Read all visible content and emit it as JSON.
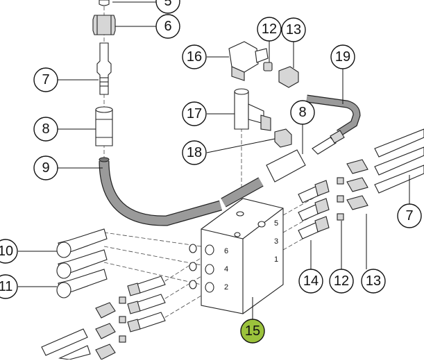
{
  "highlight_color": "#9bc23c",
  "callouts": [
    {
      "id": "c5",
      "label": "5"
    },
    {
      "id": "c6",
      "label": "6"
    },
    {
      "id": "c7a",
      "label": "7"
    },
    {
      "id": "c8a",
      "label": "8"
    },
    {
      "id": "c9",
      "label": "9"
    },
    {
      "id": "c16",
      "label": "16"
    },
    {
      "id": "c12a",
      "label": "12"
    },
    {
      "id": "c13a",
      "label": "13"
    },
    {
      "id": "c19",
      "label": "19"
    },
    {
      "id": "c17",
      "label": "17"
    },
    {
      "id": "c8b",
      "label": "8"
    },
    {
      "id": "c18",
      "label": "18"
    },
    {
      "id": "c7b",
      "label": "7"
    },
    {
      "id": "c10",
      "label": "10"
    },
    {
      "id": "c11",
      "label": "11"
    },
    {
      "id": "c14",
      "label": "14"
    },
    {
      "id": "c12b",
      "label": "12"
    },
    {
      "id": "c13b",
      "label": "13"
    },
    {
      "id": "c15",
      "label": "15",
      "highlight": true
    }
  ],
  "port_labels": [
    "5",
    "3",
    "1",
    "6",
    "4",
    "2"
  ]
}
